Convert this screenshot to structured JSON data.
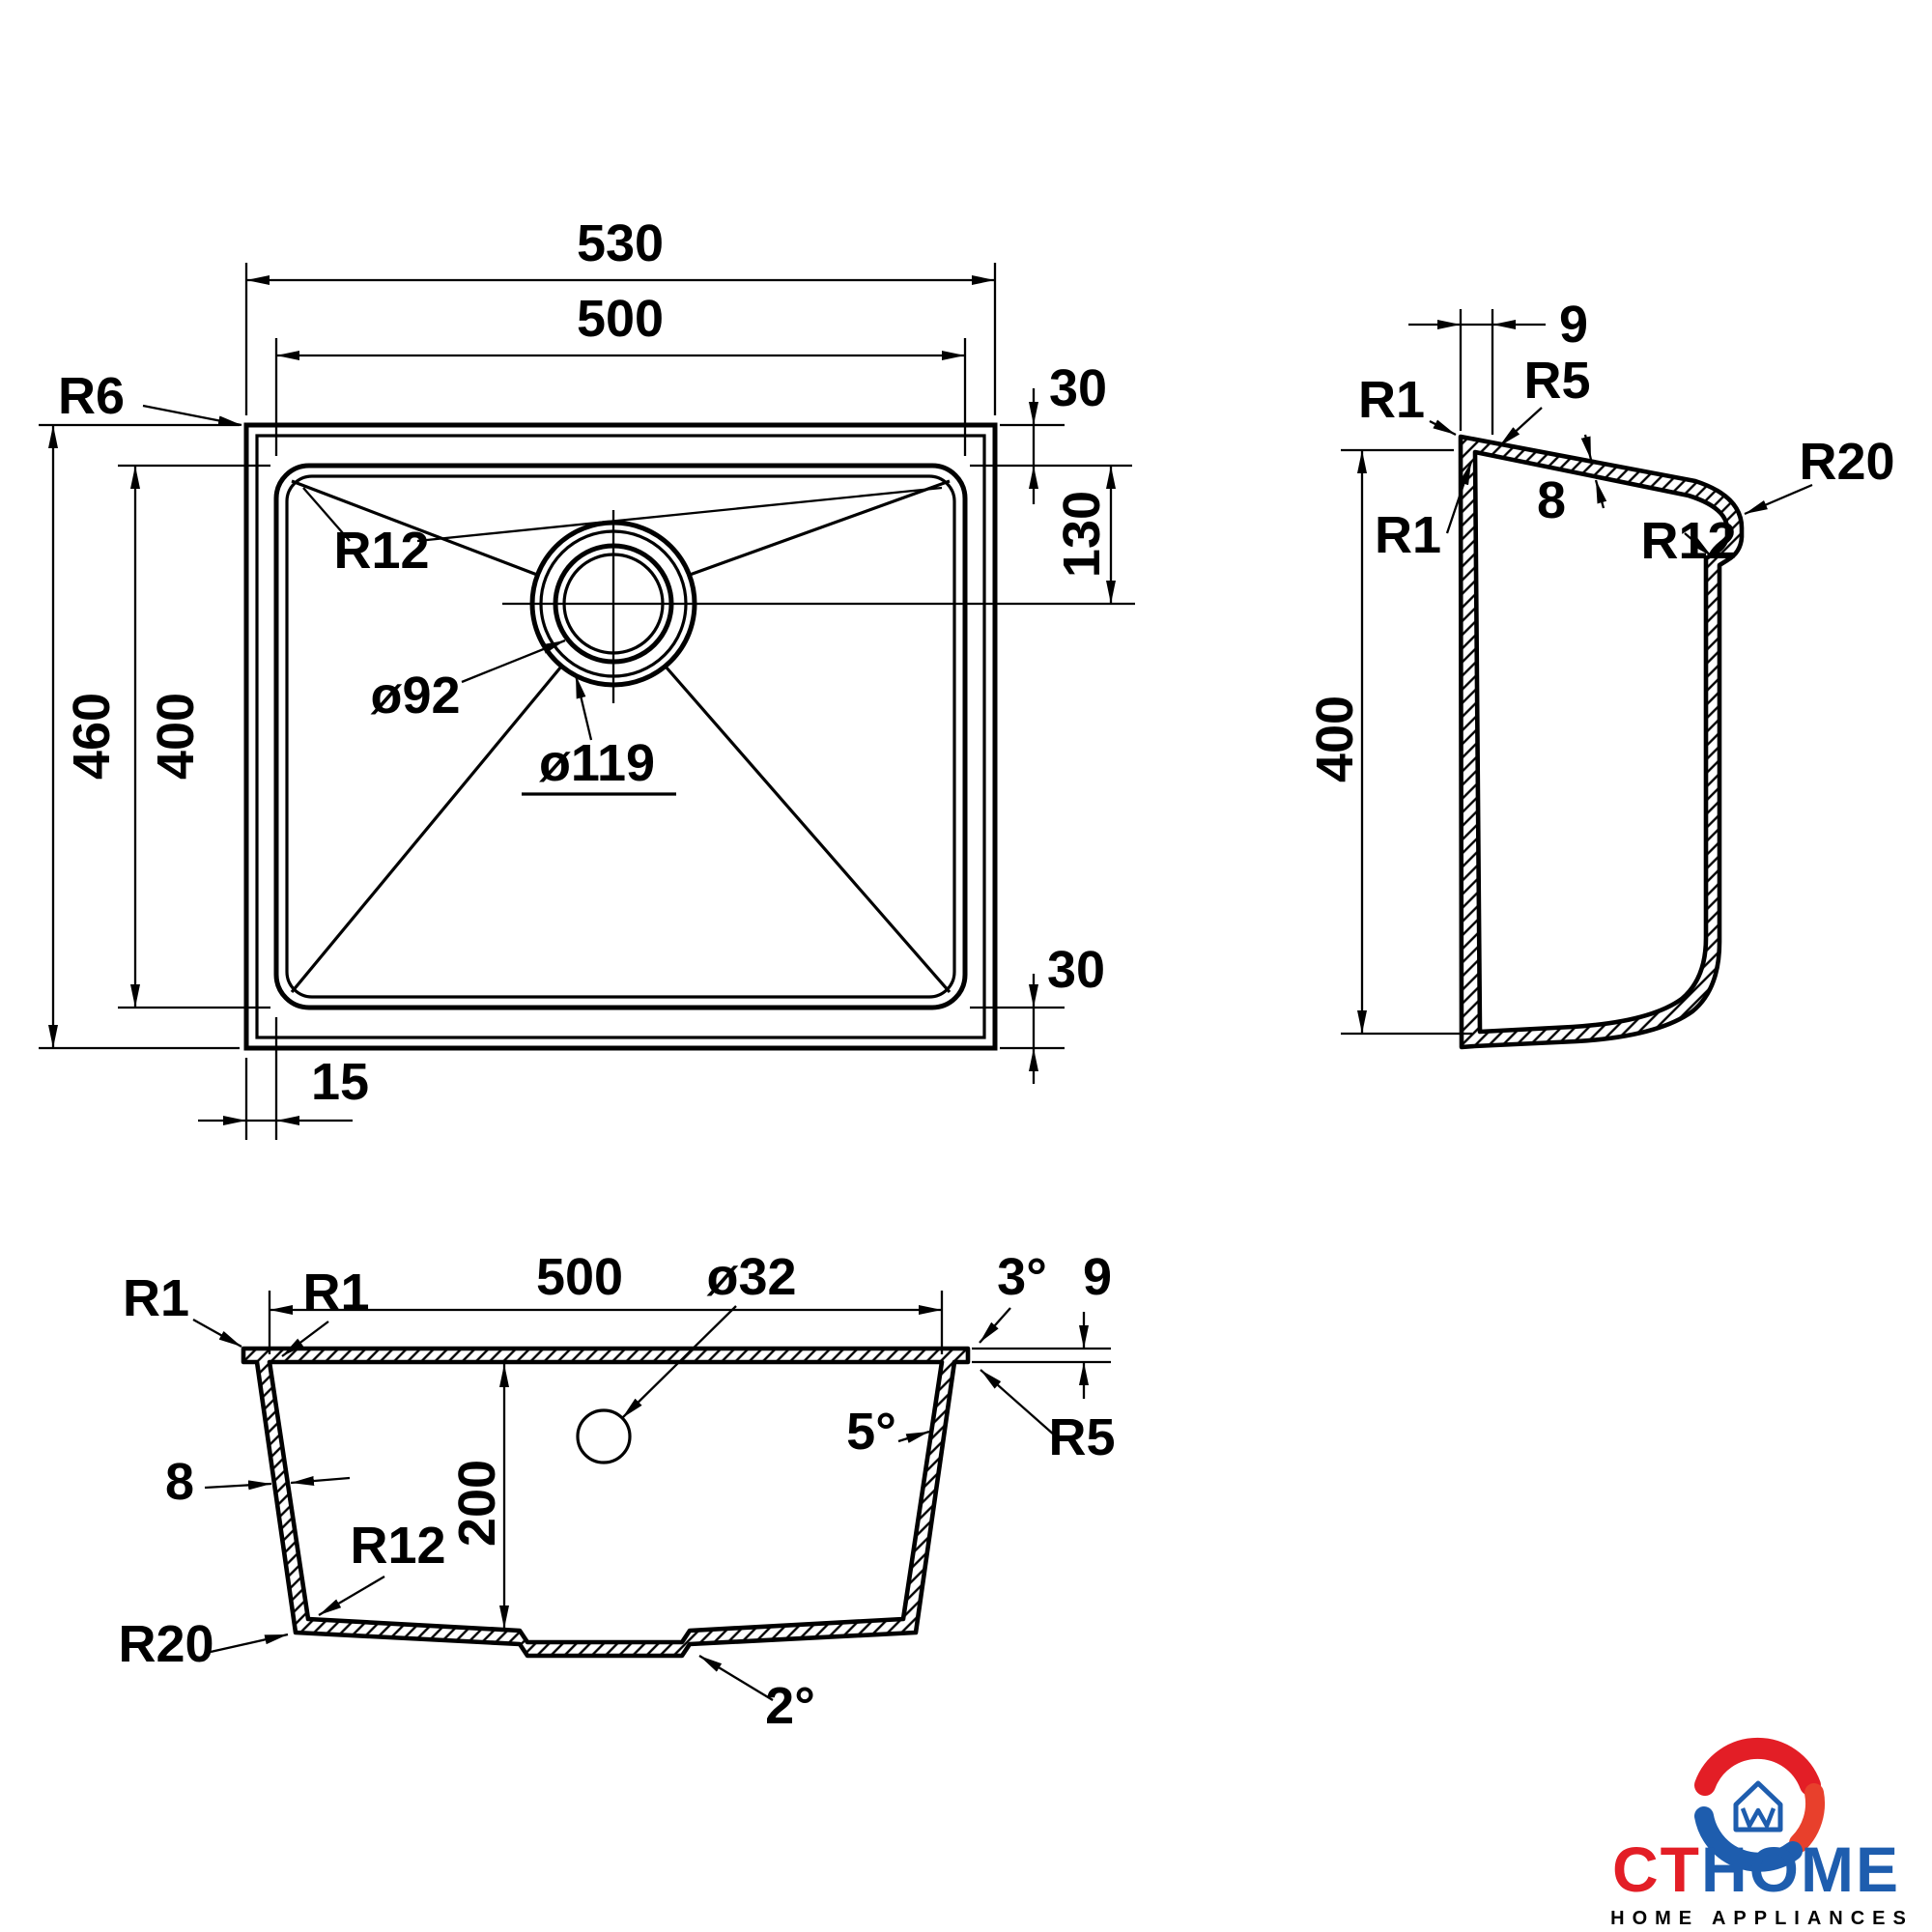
{
  "plan_view": {
    "width_outer": "530",
    "width_inner": "500",
    "radius_corner_outer": "R6",
    "rim_top": "30",
    "drain_offset": "130",
    "radius_bowl": "R12",
    "drain_inner_dia": "ø92",
    "drain_outer_dia": "ø119",
    "depth_outer": "460",
    "depth_inner": "400",
    "rim_bottom": "30",
    "rim_side": "15"
  },
  "side_view": {
    "rim_width": "9",
    "radius_top_outer": "R1",
    "radius_edge": "R5",
    "radius_back": "R20",
    "wall_thickness": "8",
    "radius_top_inner": "R1",
    "radius_step": "R12",
    "bowl_depth": "400"
  },
  "front_view": {
    "radius_rim_outer": "R1",
    "radius_rim_inner": "R1",
    "width_inner": "500",
    "drain_hole_dia": "ø32",
    "rim_angle": "3°",
    "rim_width": "9",
    "wall_angle": "5°",
    "radius_under_rim": "R5",
    "wall_thickness": "8",
    "bowl_depth": "200",
    "radius_bottom_inner": "R12",
    "radius_bottom_outer": "R20",
    "bottom_angle": "2°"
  },
  "logo": {
    "brand_part1": "CT",
    "brand_part2": "HOME",
    "tagline": "HOME APPLIANCES",
    "colors": {
      "red": "#E31E26",
      "orange_red": "#E8402C",
      "blue": "#1E5DAE",
      "dark": "#16377C"
    }
  }
}
